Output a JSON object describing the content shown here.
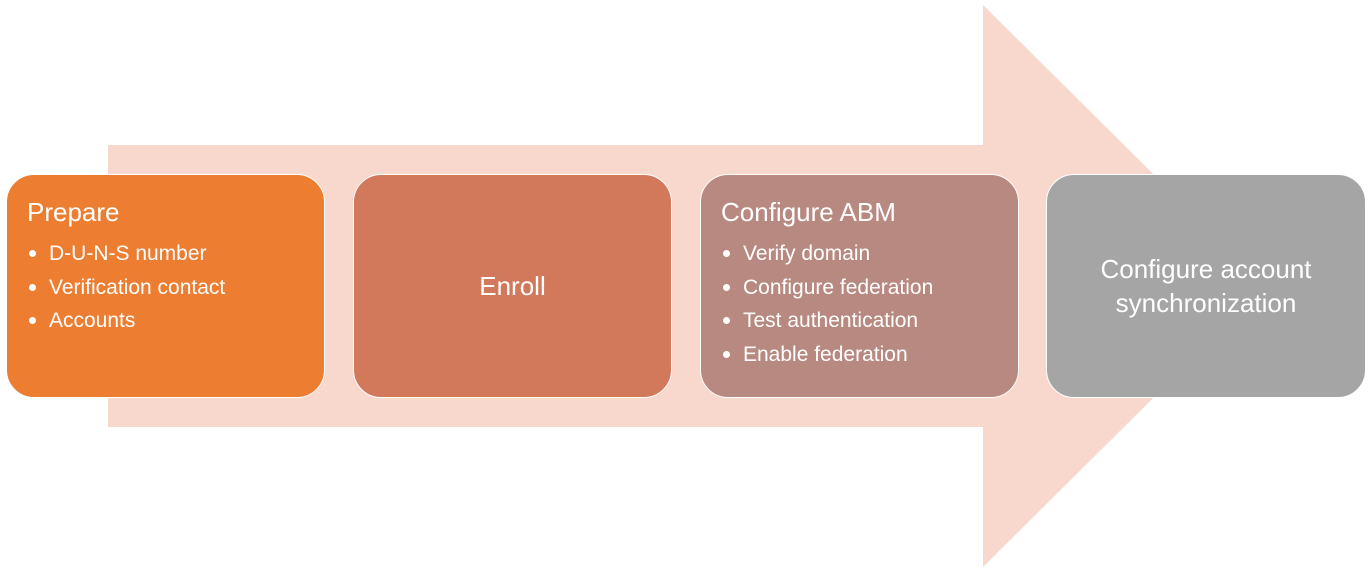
{
  "colors": {
    "arrow_fill": "#f8d8cc",
    "prepare": "#ed7d31",
    "enroll": "#d2795c",
    "configure_abm": "#b88980",
    "sync": "#a5a5a5",
    "text": "#ffffff"
  },
  "steps": [
    {
      "title": "Prepare",
      "items": [
        "D-U-N-S number",
        "Verification contact",
        "Accounts"
      ]
    },
    {
      "title": "Enroll",
      "items": []
    },
    {
      "title": "Configure ABM",
      "items": [
        "Verify domain",
        "Configure federation",
        "Test authentication",
        "Enable federation"
      ]
    },
    {
      "title": "Configure account synchronization",
      "items": []
    }
  ]
}
